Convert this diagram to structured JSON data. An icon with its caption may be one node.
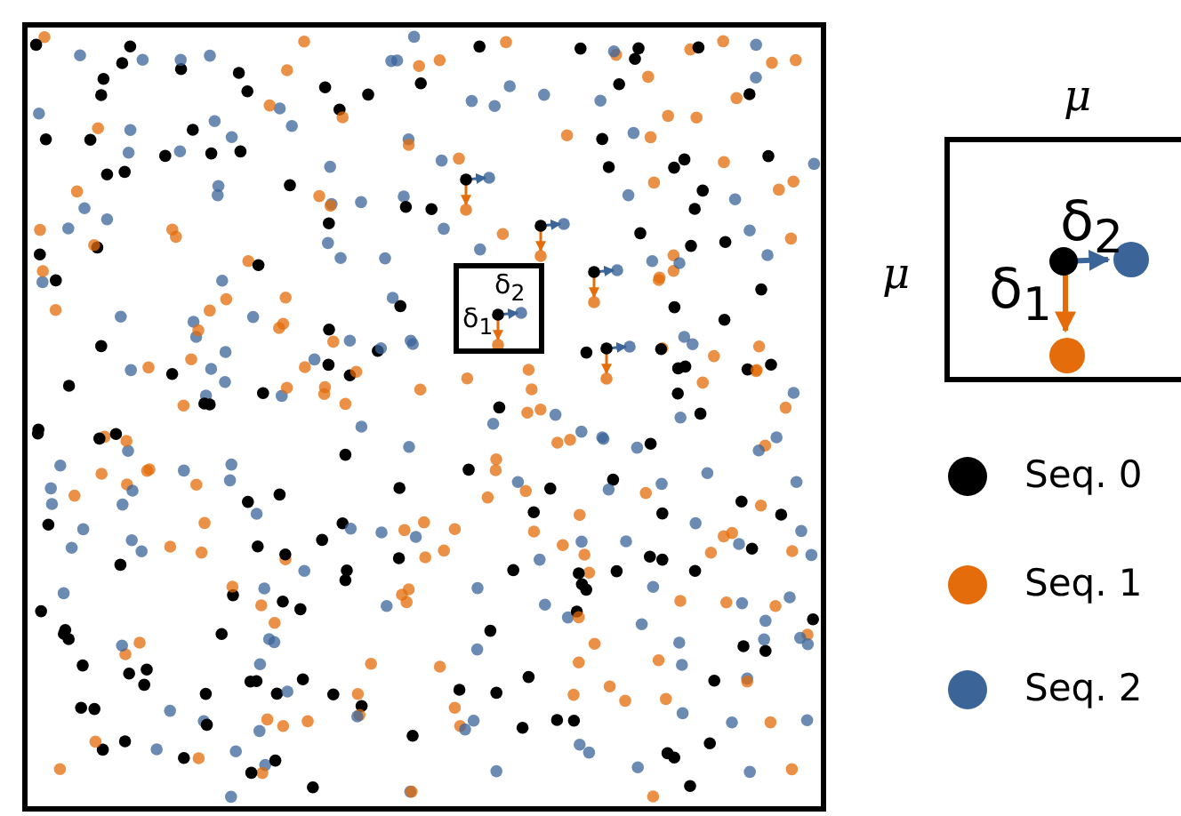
{
  "diagram": {
    "nodes": [
      {
        "text": [
          "δ$_{2}$",
          "δ$_{1}$"
        ]
      },
      {
        "text": [
          "δ$_{2}$",
          "δ$_{1}$"
        ],
        "beside": [
          "μ",
          "μ"
        ]
      }
    ],
    "legend": [
      {
        "text": "Seq. 0",
        "color": "#000000"
      },
      {
        "text": "Seq. 1",
        "color": "#e46c0a"
      },
      {
        "text": "Seq. 2",
        "color": "#3b6499"
      }
    ]
  }
}
